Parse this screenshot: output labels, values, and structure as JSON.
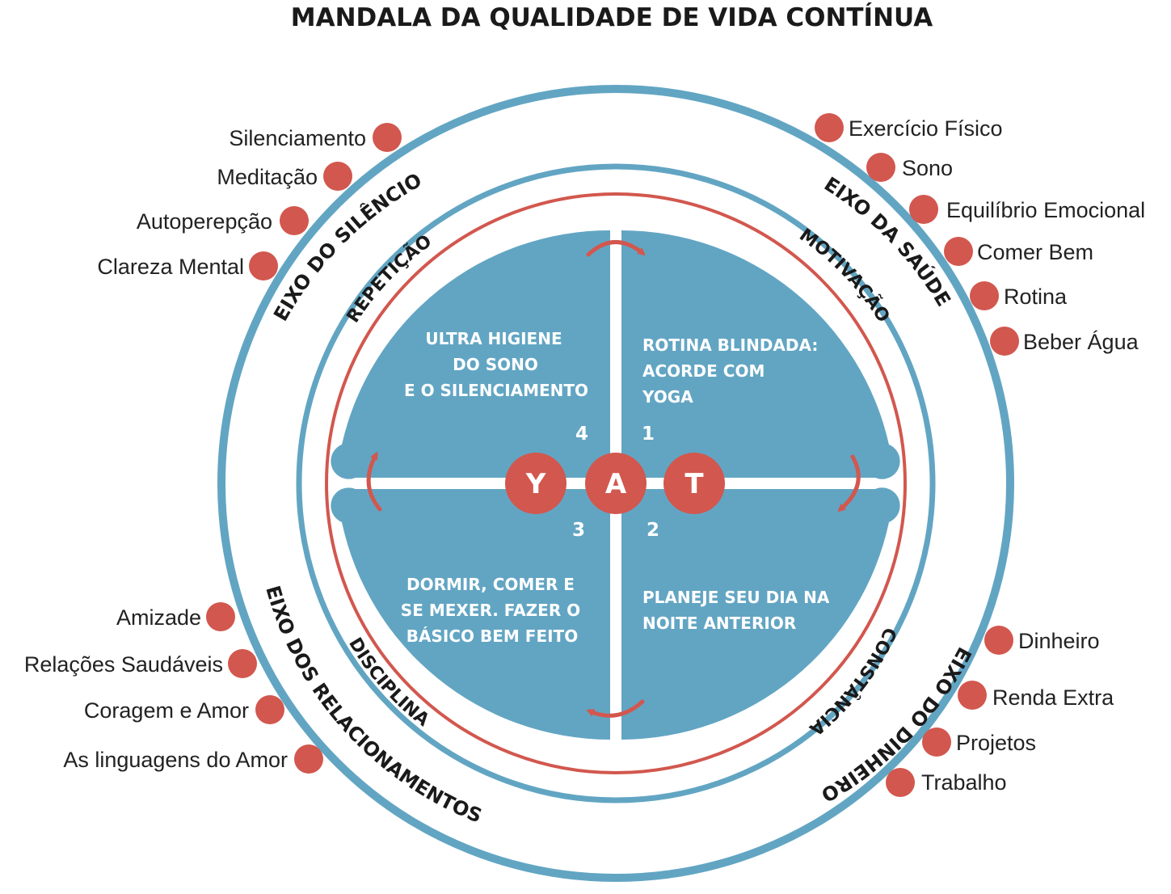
{
  "title": "MANDALA DA QUALIDADE DE VIDA CONTÍNUA",
  "colors": {
    "blue": "#62a5c3",
    "red": "#d2574e",
    "text": "#1a1a1a"
  },
  "axes": {
    "silencio": "EIXO DO SILÊNCIO",
    "saude": "EIXO DA SAÚDE",
    "dinheiro": "EIXO DO DINHEIRO",
    "relacionamentos": "EIXO DOS RELACIONAMENTOS"
  },
  "stages": {
    "repeticao": "REPETIÇÃO",
    "motivacao": "MOTIVAÇÃO",
    "constancia": "CONSTÂNCIA",
    "disciplina": "DISCIPLINA"
  },
  "quadrants": {
    "q1": {
      "number": "1",
      "lines": [
        "ROTINA BLINDADA:",
        "ACORDE COM",
        "YOGA"
      ]
    },
    "q2": {
      "number": "2",
      "lines": [
        "PLANEJE SEU DIA NA",
        "NOITE ANTERIOR"
      ]
    },
    "q3": {
      "number": "3",
      "lines": [
        "DORMIR, COMER E",
        "SE MEXER. FAZER O",
        "BÁSICO BEM FEITO"
      ]
    },
    "q4": {
      "number": "4",
      "lines": [
        "ULTRA HIGIENE",
        "DO SONO",
        "E O SILENCIAMENTO"
      ]
    }
  },
  "center_letters": [
    "Y",
    "A",
    "T"
  ],
  "items": {
    "silencio": [
      "Silenciamento",
      "Meditação",
      "Autoperepção",
      "Clareza Mental"
    ],
    "saude": [
      "Exercício Físico",
      "Sono",
      "Equilíbrio Emocional",
      "Comer Bem",
      "Rotina",
      "Beber Água"
    ],
    "relacionamentos": [
      "Amizade",
      "Relações Saudáveis",
      "Coragem e Amor",
      "As linguagens do Amor"
    ],
    "dinheiro": [
      "Dinheiro",
      "Renda Extra",
      "Projetos",
      "Trabalho"
    ]
  }
}
